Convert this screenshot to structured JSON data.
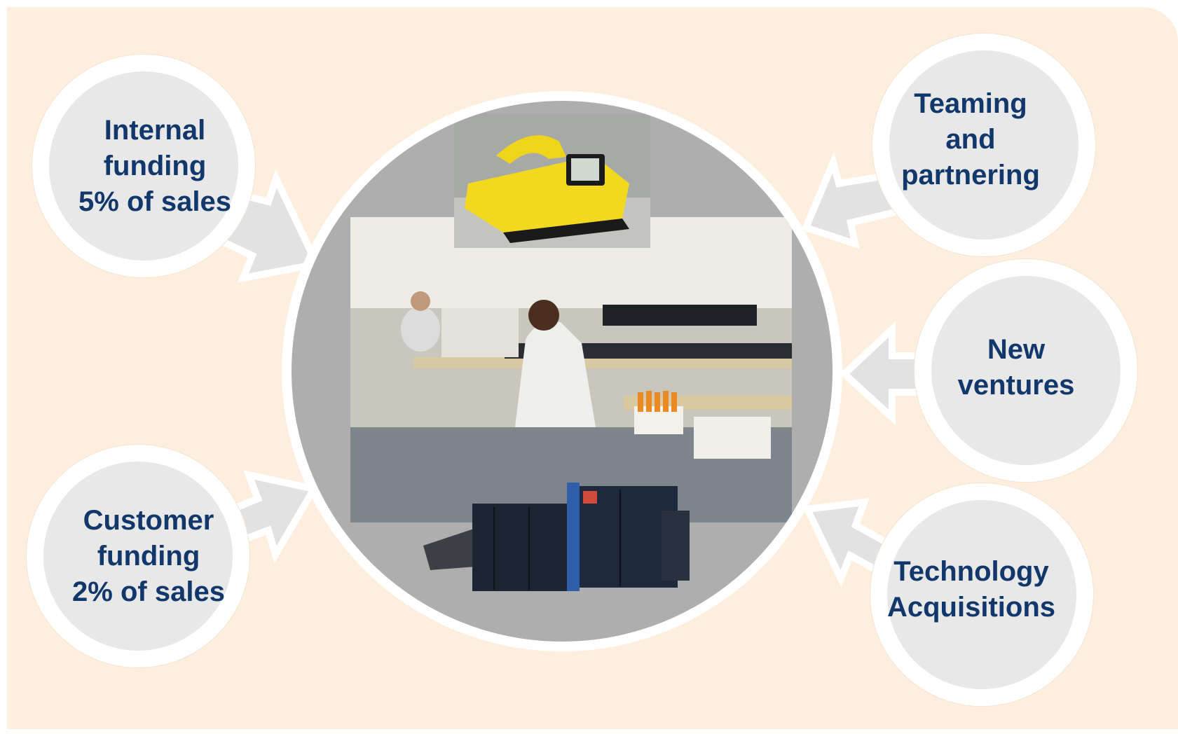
{
  "center": {
    "images": [
      "lab-photo",
      "handheld-detector-photo",
      "xray-scanner-photo"
    ]
  },
  "bubbles": [
    {
      "id": "internal-funding",
      "lines": [
        "Internal",
        "funding",
        "5% of sales"
      ]
    },
    {
      "id": "customer-funding",
      "lines": [
        "Customer",
        "funding",
        "2% of sales"
      ]
    },
    {
      "id": "teaming",
      "lines": [
        "Teaming",
        "and",
        "partnering"
      ]
    },
    {
      "id": "new-ventures",
      "lines": [
        "New",
        "ventures"
      ]
    },
    {
      "id": "technology-acquisitions",
      "lines": [
        "Technology",
        "Acquisitions"
      ]
    }
  ],
  "colors": {
    "background": "#fdeedd",
    "bubble_fill": "#e8e8e8",
    "bubble_ring": "#ffffff",
    "text": "#12386b",
    "center_fill": "#aeaeae"
  }
}
